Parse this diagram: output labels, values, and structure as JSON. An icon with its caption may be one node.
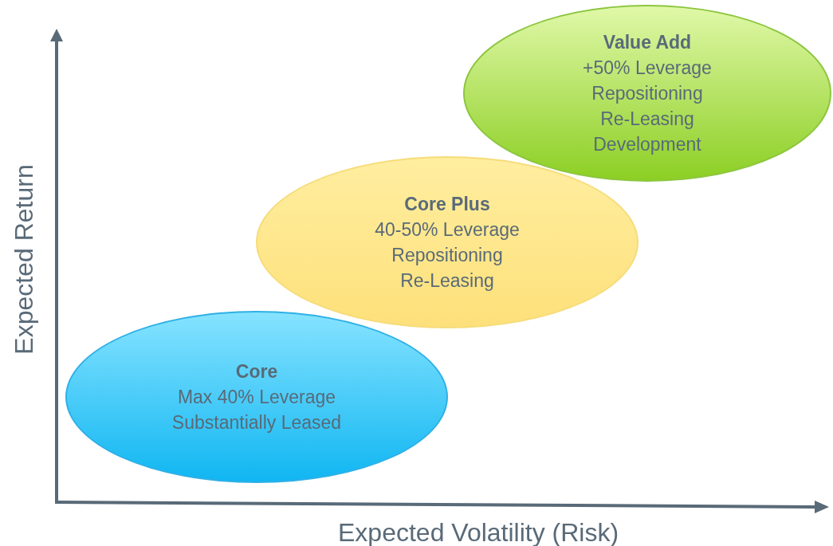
{
  "diagram": {
    "nodes": [
      {
        "text": [
          "Core",
          "Max 40% Leverage",
          "Substantially Leased"
        ]
      },
      {
        "text": [
          "Core Plus",
          "40-50% Leverage",
          "Repositioning",
          "Re-Leasing"
        ]
      },
      {
        "text": [
          "Value Add",
          "+50% Leverage",
          "Repositioning",
          "Re-Leasing",
          "Development"
        ]
      }
    ],
    "labels": [
      "Expected Return",
      "Expected Volatility (Risk)"
    ]
  }
}
